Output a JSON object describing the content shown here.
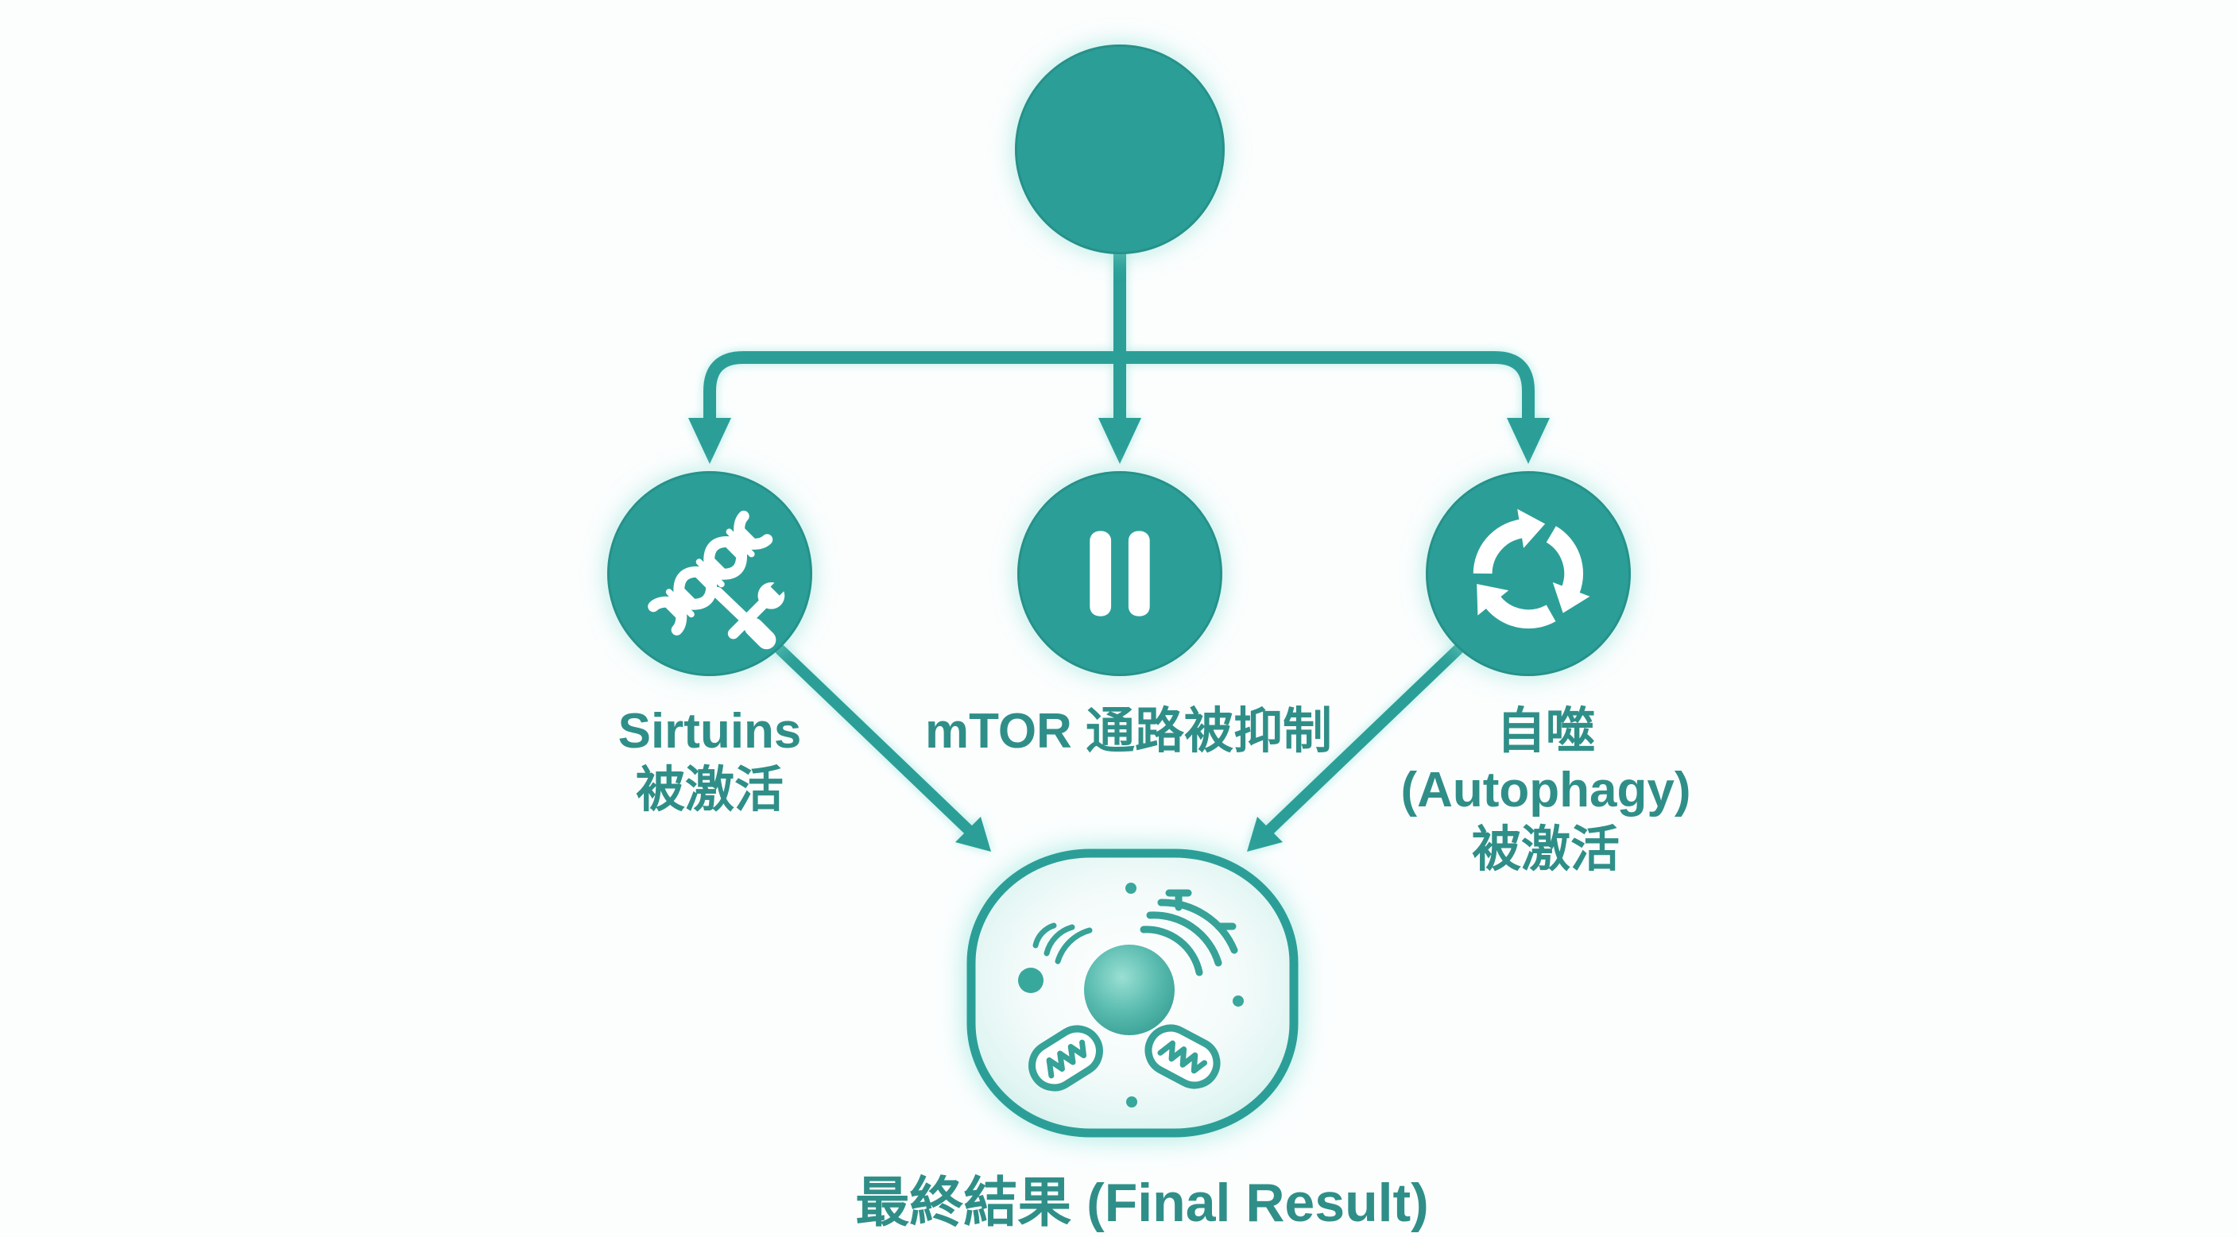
{
  "palette": {
    "primary_teal": "#2b9f97",
    "label_teal": "#2f8f88",
    "glow_cyan": "#96e8de",
    "background": "#fcfefe",
    "icon_foreground": "#ffffff",
    "nucleus_teal": "#3fa89d"
  },
  "diagram": {
    "root_node": {
      "shape": "filled-circle",
      "label": ""
    },
    "branches": [
      {
        "id": "sirtuins",
        "icon": "dna-repair-icon",
        "label_lines": [
          "Sirtuins",
          "被激活"
        ]
      },
      {
        "id": "mtor",
        "icon": "pause-icon",
        "label_lines": [
          "mTOR 通路被抑制"
        ]
      },
      {
        "id": "autophagy",
        "icon": "recycle-icon",
        "label_lines": [
          "自噬",
          "(Autophagy)",
          "被激活"
        ]
      }
    ],
    "result_node": {
      "id": "final-result",
      "icon": "cell-icon",
      "label": "最終結果 (Final Result)"
    }
  }
}
